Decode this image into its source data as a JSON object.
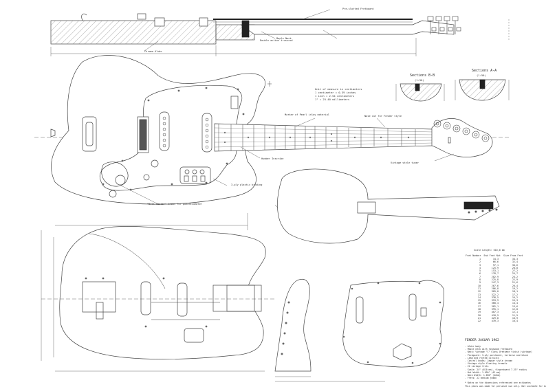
{
  "neck_callouts": {
    "fretboard": "Pre-slotted Fretboard",
    "maple_neck": "Maple Neck",
    "truss_rod": "Double action trussrod",
    "body": "Chrome Alder"
  },
  "sections": [
    {
      "title": "Sections B-B",
      "scale": "(1:50)"
    },
    {
      "title": "Sections A-A",
      "scale": "(1:50)"
    }
  ],
  "units": {
    "heading": "Unit of measure in centimeters",
    "lines": [
      "1 centimeter = 0.39 inches",
      "1 inch = 2.54 centimeters",
      "1\" = 25.40 millimeters"
    ]
  },
  "callouts": {
    "dots": "Marker of Pearl inlay material",
    "nut": "Nose cut for Fender style",
    "vintage_tuner": "Vintage style tuner",
    "binding": "Humber Inscribe",
    "pickguard": "3-ply plastic binding",
    "knobs": "\"Bell Gender\" knobs for potentiometer"
  },
  "fret_table": {
    "scale_length": "Scale Length: 610,0 mm",
    "headers": [
      "Fret Number",
      "End Fret Nut",
      "Size From Fret"
    ],
    "rows": [
      [
        "1",
        "34,3",
        "34,3"
      ],
      [
        "2",
        "66,6",
        "32,4"
      ],
      [
        "3",
        "97,1",
        "30,6"
      ],
      [
        "4",
        "125,9",
        "28,8"
      ],
      [
        "5",
        "153,1",
        "27,2"
      ],
      [
        "6",
        "178,7",
        "25,7"
      ],
      [
        "7",
        "202,9",
        "24,2"
      ],
      [
        "8",
        "225,8",
        "22,9"
      ],
      [
        "9",
        "247,3",
        "21,6"
      ],
      [
        "10",
        "267,6",
        "20,4"
      ],
      [
        "11",
        "286,8",
        "19,2"
      ],
      [
        "12",
        "305,0",
        "18,1"
      ],
      [
        "13",
        "322,2",
        "17,2"
      ],
      [
        "14",
        "338,5",
        "16,2"
      ],
      [
        "15",
        "353,9",
        "15,3"
      ],
      [
        "16",
        "368,4",
        "14,4"
      ],
      [
        "17",
        "382,1",
        "13,6"
      ],
      [
        "18",
        "395,1",
        "12,8"
      ],
      [
        "19",
        "407,3",
        "12,1"
      ],
      [
        "20",
        "418,9",
        "11,5"
      ],
      [
        "21",
        "429,8",
        "10,9"
      ],
      [
        "22",
        "439,3",
        "10,4"
      ]
    ]
  },
  "title_block": {
    "title": "FENDER JAGUAR 1962",
    "lines": [
      "- Alder body",
      "- Maple neck with rosewood fretboard",
      "- Neck: Vintage \"C\" Gloss Urethane finish (vintage)",
      "- Pickguard: 3-ply parchment, tortoise and black",
      "- Lead and rhythm circuits",
      "- Control knobs: Jaguar style chrome",
      "- Vintage style floating tremolo",
      "- 22 vintage frets",
      "- Scale: 24\" (610 mm), fingerboard 7.25\" radius",
      "- Nut Width: 1.650\" (42 mm)",
      "- Neck Width: 1.650\" (42mm)",
      "- Frets: 22 medium jumbo"
    ],
    "footnotes": [
      "* Notes on the dimensions referenced are estimates",
      "  This plans was made for personal use only. Not suitable for building."
    ]
  }
}
